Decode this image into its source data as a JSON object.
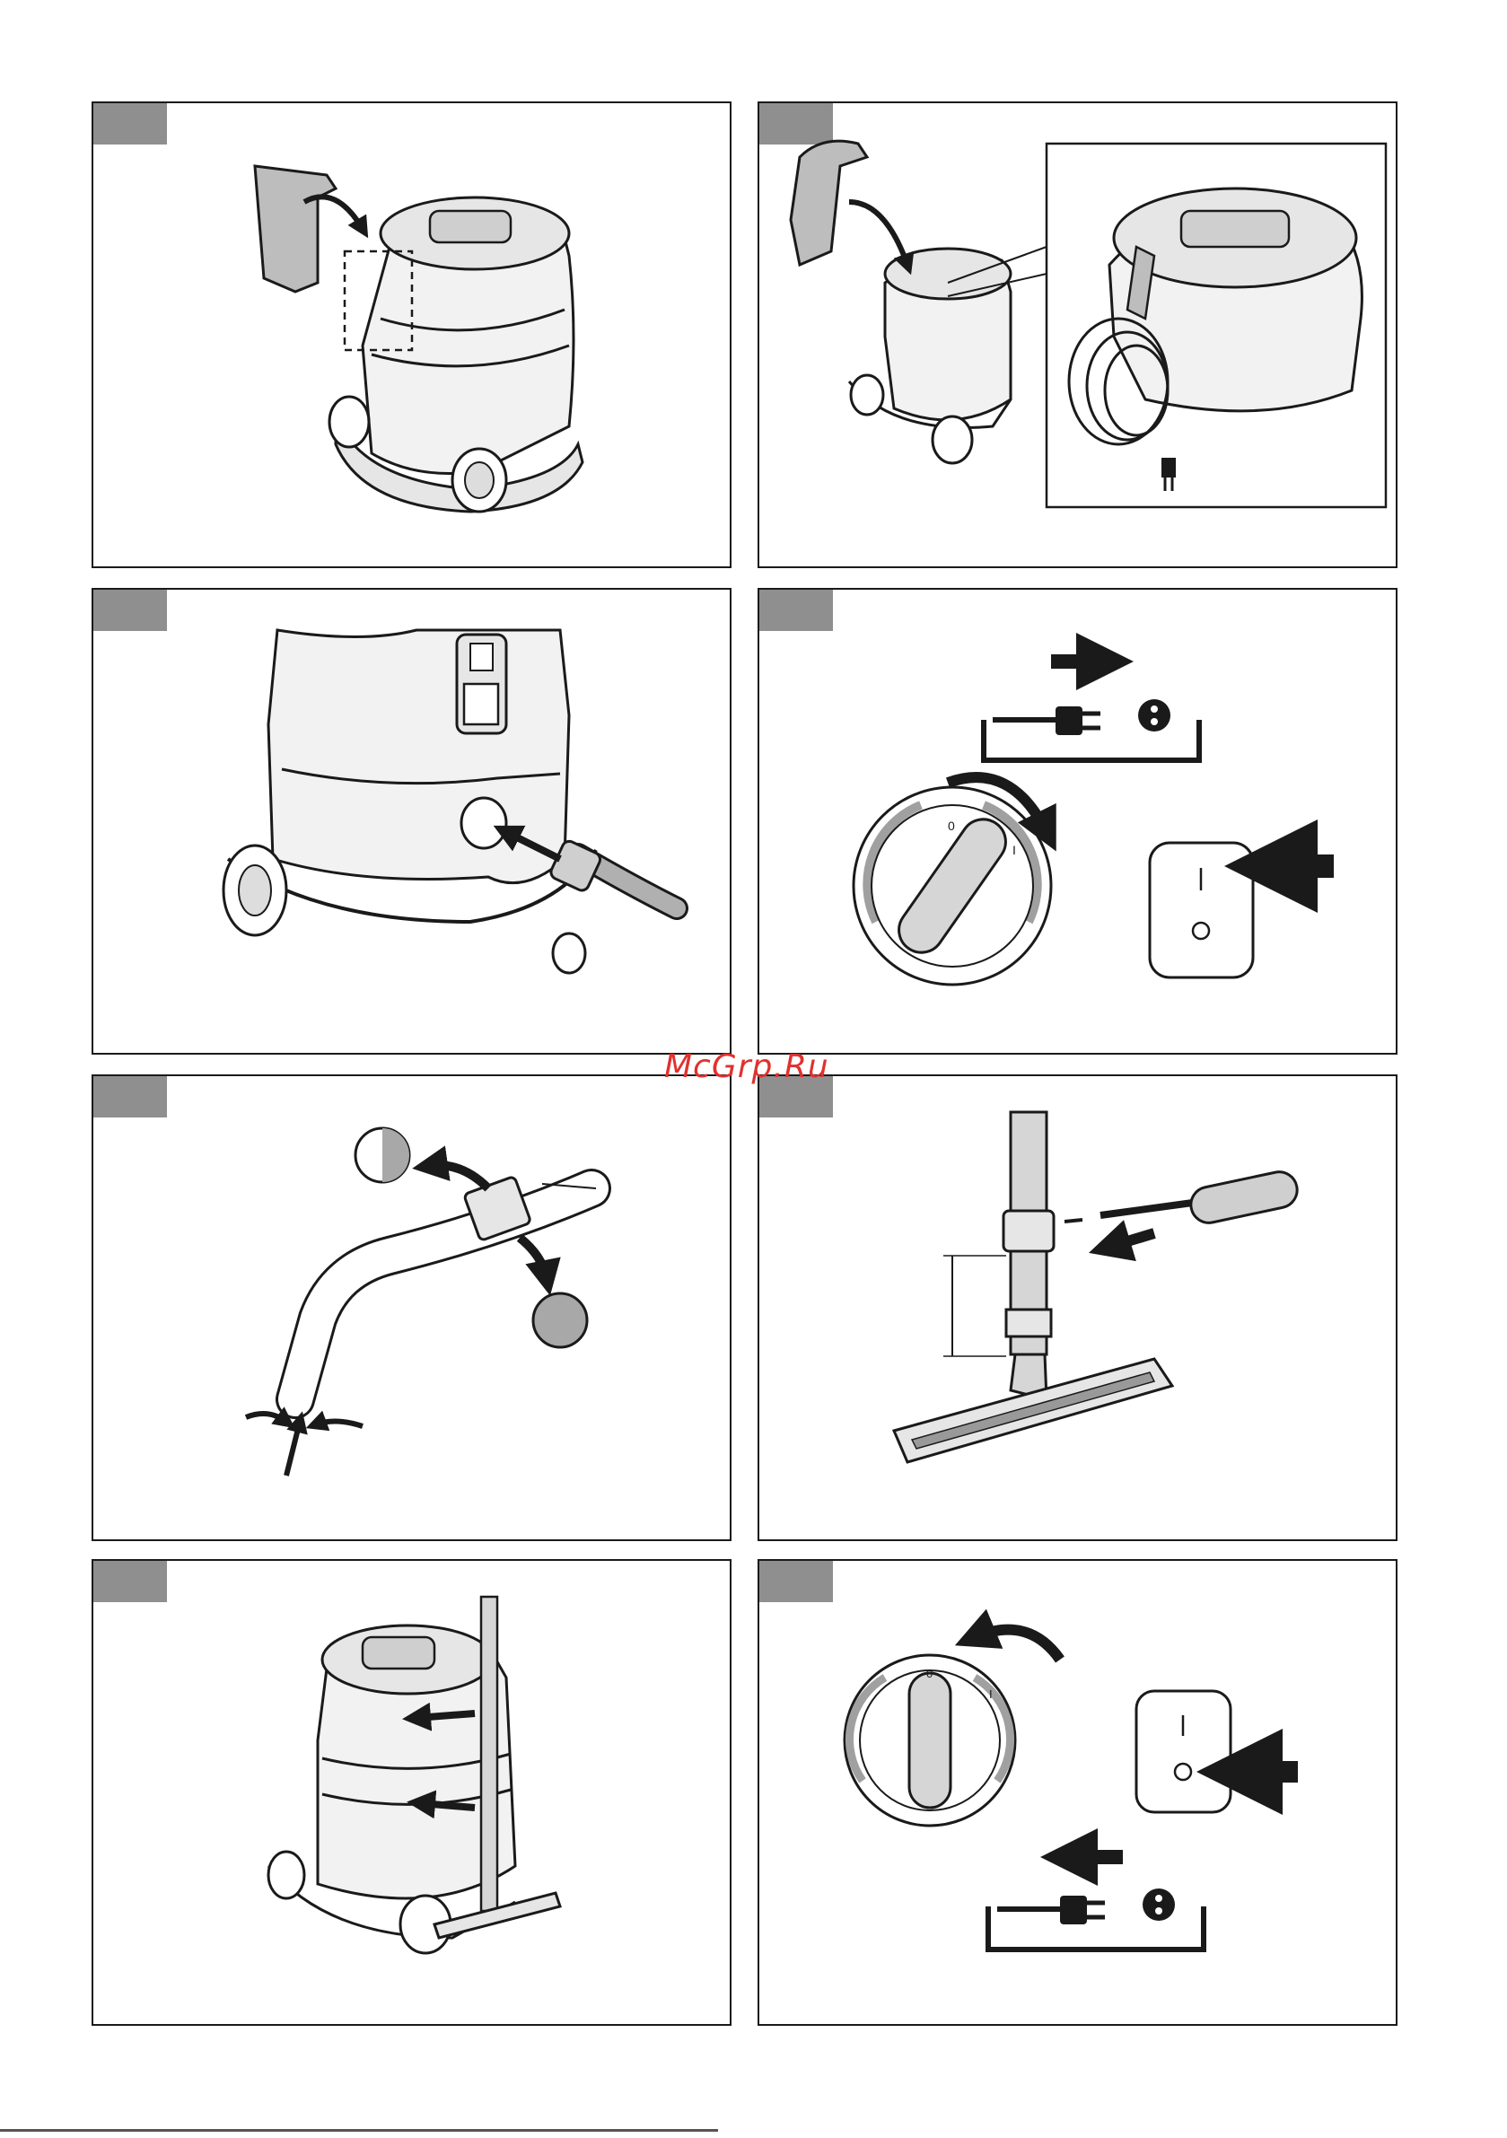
{
  "watermark": {
    "text": "McGrp.Ru",
    "color": "#e0312f"
  },
  "colors": {
    "frame": "#1a1a1a",
    "tab": "#8f8f8f",
    "device_fill": "#e6e6e6",
    "device_shade": "#b0b0b0",
    "arrow": "#1a1a1a"
  },
  "dial": {
    "off_mark": "0",
    "on_mark": "I"
  },
  "panels": [
    {
      "id": "panel-1",
      "icon": "storage-bag-icon"
    },
    {
      "id": "panel-2",
      "icon": "cord-hook-icon"
    },
    {
      "id": "panel-3",
      "icon": "hose-connect-icon"
    },
    {
      "id": "panel-4",
      "icon": "power-switch-on-icon"
    },
    {
      "id": "panel-5",
      "icon": "suction-regulator-icon"
    },
    {
      "id": "panel-6",
      "icon": "floor-nozzle-tube-icon"
    },
    {
      "id": "panel-7",
      "icon": "park-position-icon"
    },
    {
      "id": "panel-8",
      "icon": "power-switch-off-icon"
    }
  ]
}
